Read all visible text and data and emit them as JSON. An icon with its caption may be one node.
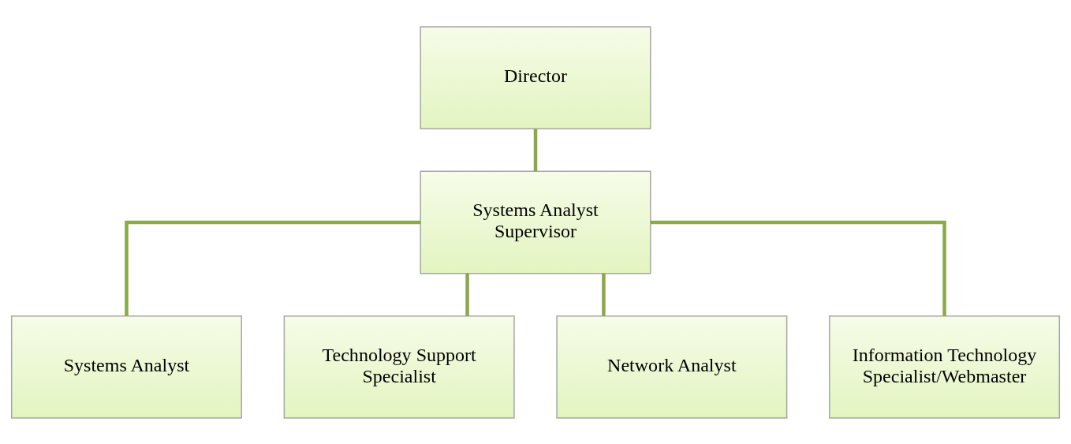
{
  "diagram": {
    "nodes": [
      {
        "text": [
          "Director"
        ]
      },
      {
        "text": [
          "Systems Analyst Supervisor"
        ]
      },
      {
        "text": [
          "Systems Analyst"
        ]
      },
      {
        "text": [
          "Technology Support Specialist"
        ]
      },
      {
        "text": [
          "Network Analyst"
        ]
      },
      {
        "text": [
          "Information Technology Specialist/Webmaster"
        ]
      }
    ],
    "edges": [
      {
        "from": 0,
        "to": 1,
        "arrow": "none"
      },
      {
        "from": 1,
        "to": 2,
        "arrow": "none"
      },
      {
        "from": 1,
        "to": 3,
        "arrow": "none"
      },
      {
        "from": 1,
        "to": 4,
        "arrow": "none"
      },
      {
        "from": 1,
        "to": 5,
        "arrow": "none"
      }
    ]
  }
}
